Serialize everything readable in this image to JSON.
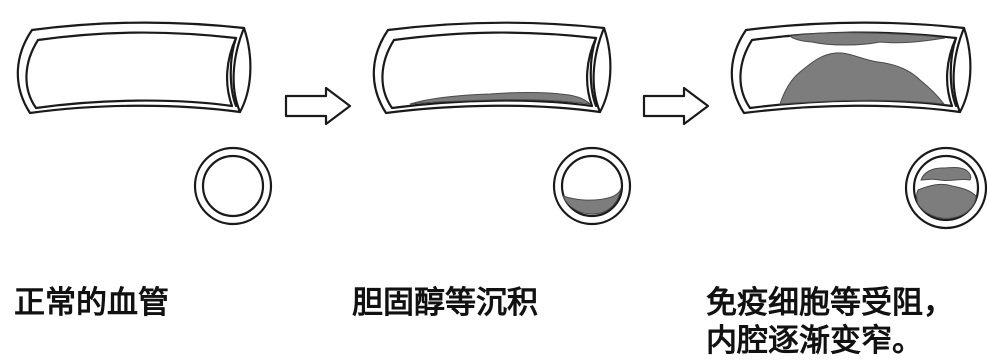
{
  "diagram": {
    "stages": [
      {
        "caption": "正常的血管"
      },
      {
        "caption": "胆固醇等沉积"
      },
      {
        "caption": "免疫细胞等受阻，",
        "caption_line2": "内腔逐渐变窄。"
      }
    ],
    "colors": {
      "line": "#1a1a1a",
      "plaque": "#7d7d7d",
      "background": "#ffffff"
    }
  }
}
